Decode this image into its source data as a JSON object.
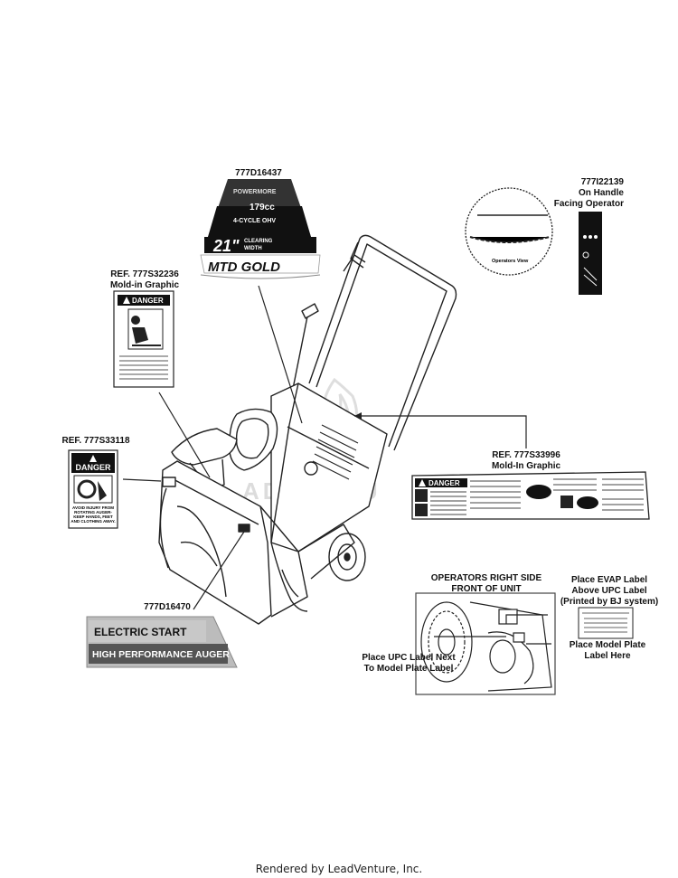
{
  "labels": {
    "top_decal_part": "777D16437",
    "handle_part": "777I22139",
    "handle_note_1": "On Handle",
    "handle_note_2": "Facing Operator",
    "left_ref_1": "REF. 777S32236",
    "left_ref_1_note": "Mold-in Graphic",
    "left_ref_2": "REF.  777S33118",
    "right_ref": "REF. 777S33996",
    "right_ref_note": "Mold-In Graphic",
    "bottom_decal_part": "777D16470",
    "operators_side_1": "OPERATORS RIGHT SIDE",
    "operators_side_2": "FRONT OF UNIT",
    "evap_1": "Place EVAP Label",
    "evap_2": "Above UPC Label",
    "evap_3": "(Printed by BJ system)",
    "upc_1": "Place UPC Label Next",
    "upc_2": "To Model Plate Label",
    "model_plate_1": "Place Model Plate",
    "model_plate_2": "Label Here"
  },
  "top_decal": {
    "brand_line": "POWERMORE",
    "displacement": "179cc",
    "engine": "4-CYCLE OHV",
    "width_value": "21\"",
    "width_label_1": "CLEARING",
    "width_label_2": "WIDTH",
    "logo": "MTD GOLD"
  },
  "danger_left": {
    "header": "DANGER"
  },
  "danger_small": {
    "header": "DANGER",
    "text_1": "AVOID INJURY FROM",
    "text_2": "ROTATING AUGER-",
    "text_3": "KEEP HANDS, FEET",
    "text_4": "AND CLOTHING AWAY."
  },
  "danger_right": {
    "header": "DANGER"
  },
  "handle_decal": {
    "inset_text": "Operators View"
  },
  "bottom_decal": {
    "line_1": "ELECTRIC START",
    "line_2": "HIGH PERFORMANCE AUGER"
  },
  "watermark": "ADVENTU",
  "footer": "Rendered by LeadVenture, Inc."
}
